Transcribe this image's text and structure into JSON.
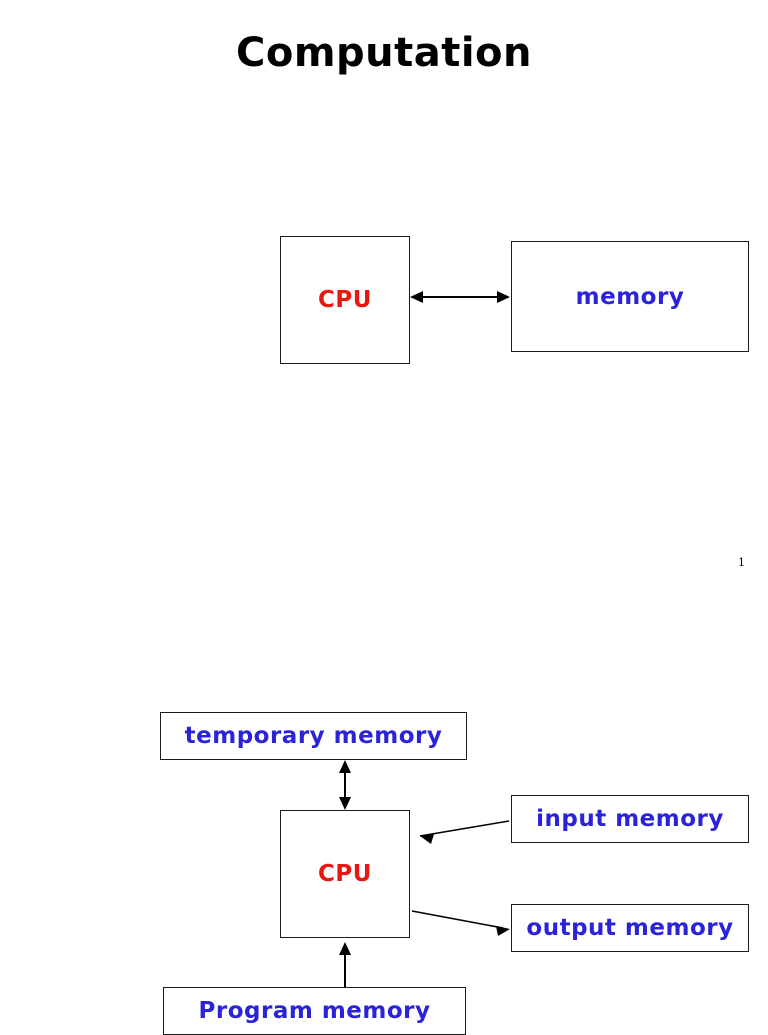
{
  "document": {
    "title": "Computation"
  },
  "slides": [
    {
      "title": "Computation",
      "page_number": "1",
      "boxes": [
        {
          "name": "cpu",
          "label": "CPU",
          "color": "#e8170f"
        },
        {
          "name": "memory",
          "label": "memory",
          "color": "#2b23d8"
        }
      ],
      "connections": [
        {
          "from": "cpu",
          "to": "memory",
          "style": "double-arrow"
        }
      ]
    },
    {
      "title": "",
      "page_number": "",
      "boxes": [
        {
          "name": "temporary-memory",
          "label": "temporary memory",
          "color": "#2b23d8"
        },
        {
          "name": "cpu",
          "label": "CPU",
          "color": "#e8170f"
        },
        {
          "name": "input-memory",
          "label": "input memory",
          "color": "#2b23d8"
        },
        {
          "name": "output-memory",
          "label": "output memory",
          "color": "#2b23d8"
        },
        {
          "name": "program-memory",
          "label": "Program memory",
          "color": "#2b23d8"
        }
      ],
      "connections": [
        {
          "from": "cpu",
          "to": "temporary-memory",
          "style": "double-arrow"
        },
        {
          "from": "input-memory",
          "to": "cpu",
          "style": "single-arrow"
        },
        {
          "from": "cpu",
          "to": "output-memory",
          "style": "single-arrow"
        },
        {
          "from": "program-memory",
          "to": "cpu",
          "style": "single-arrow"
        }
      ]
    }
  ]
}
